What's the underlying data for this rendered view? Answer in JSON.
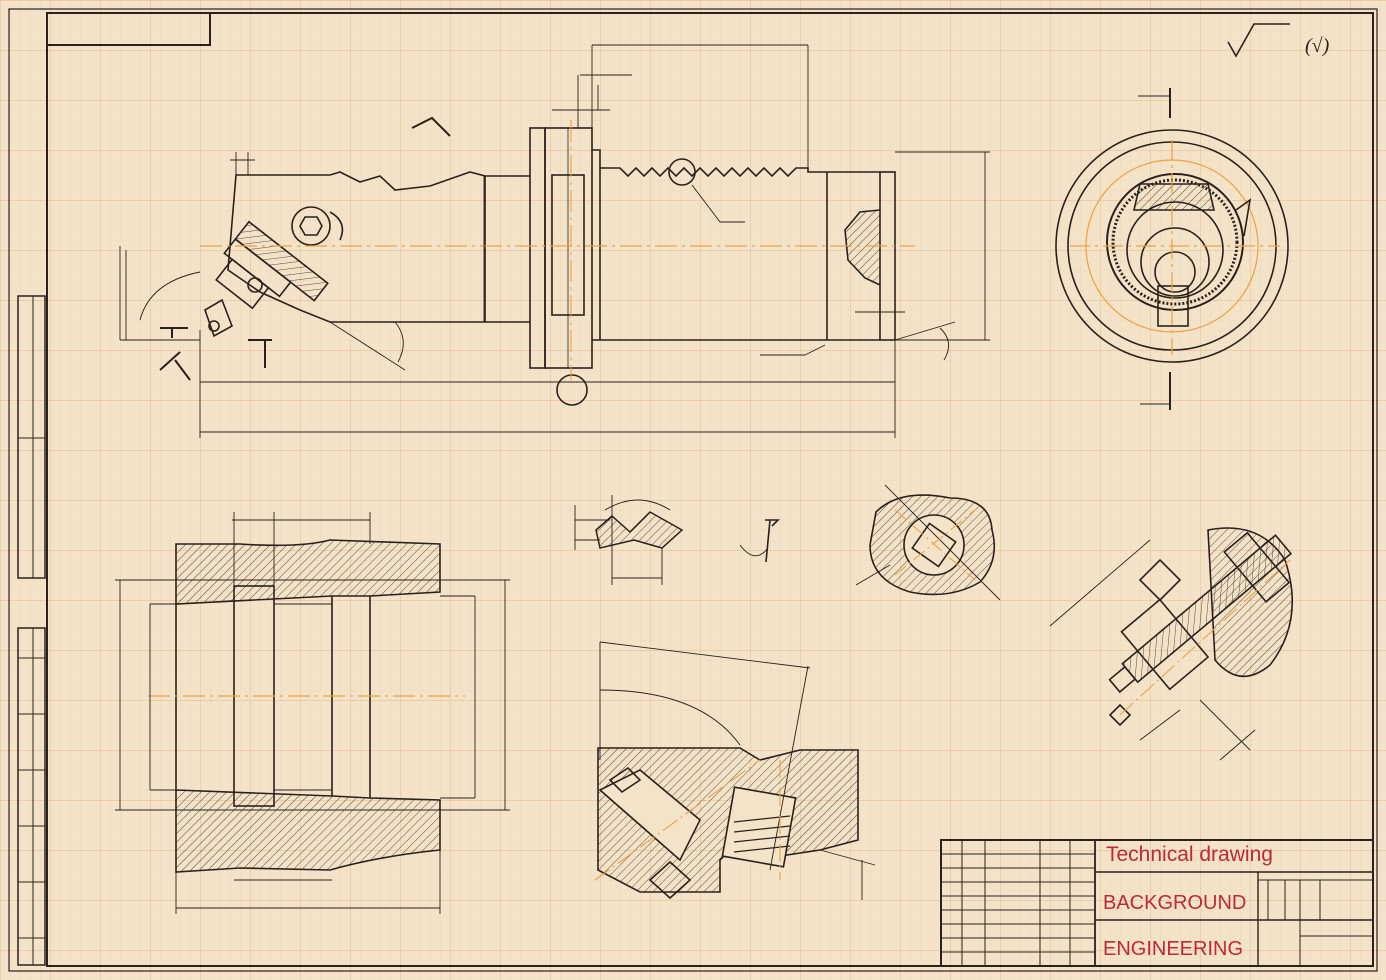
{
  "title_block": {
    "title": "Technical drawing",
    "line1": "BACKGROUND",
    "line2": "ENGINEERING"
  },
  "surface_mark": "(√)",
  "colors": {
    "paper": "#f3e3c8",
    "grid_minor": "#efcfae",
    "grid_major": "#e9b98f",
    "ink": "#2a211c",
    "axis": "#f0a040",
    "title_text": "#c0283a"
  }
}
